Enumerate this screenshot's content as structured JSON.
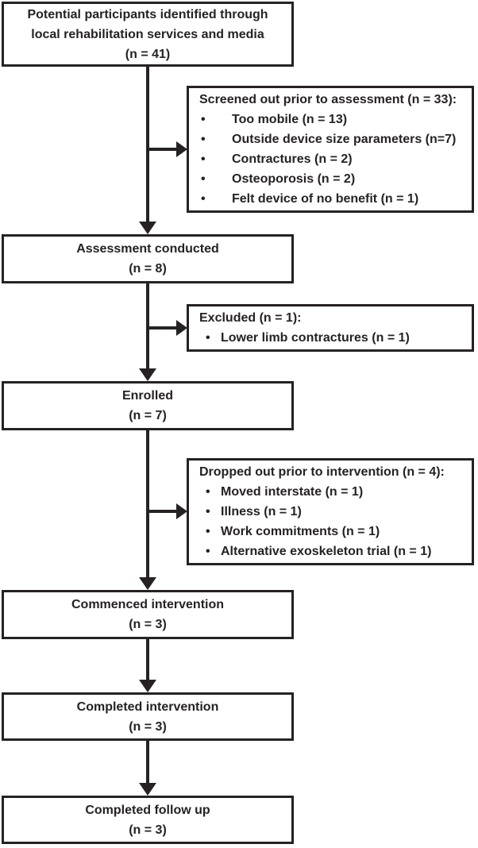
{
  "colors": {
    "ink": "#262223",
    "background": "#ffffff"
  },
  "flow": {
    "main_boxes": [
      {
        "lines": [
          "Potential participants identified through",
          "local rehabilitation services and media",
          "(n = 41)"
        ]
      },
      {
        "lines": [
          "Assessment conducted",
          "(n = 8)"
        ]
      },
      {
        "lines": [
          "Enrolled",
          "(n = 7)"
        ]
      },
      {
        "lines": [
          "Commenced intervention",
          "(n = 3)"
        ]
      },
      {
        "lines": [
          "Completed intervention",
          "(n = 3)"
        ]
      },
      {
        "lines": [
          "Completed follow up",
          "(n = 3)"
        ]
      }
    ],
    "side_boxes": [
      {
        "title": "Screened out prior to assessment (n = 33):",
        "items": [
          "Too mobile (n = 13)",
          "Outside device size parameters (n=7)",
          "Contractures (n = 2)",
          "Osteoporosis (n = 2)",
          "Felt device of no benefit (n = 1)"
        ]
      },
      {
        "title": "Excluded (n = 1):",
        "items": [
          "Lower limb contractures (n = 1)"
        ]
      },
      {
        "title": "Dropped out prior to intervention (n = 4):",
        "items": [
          "Moved interstate (n = 1)",
          "Illness (n = 1)",
          "Work commitments (n = 1)",
          "Alternative exoskeleton trial (n = 1)"
        ]
      }
    ]
  }
}
